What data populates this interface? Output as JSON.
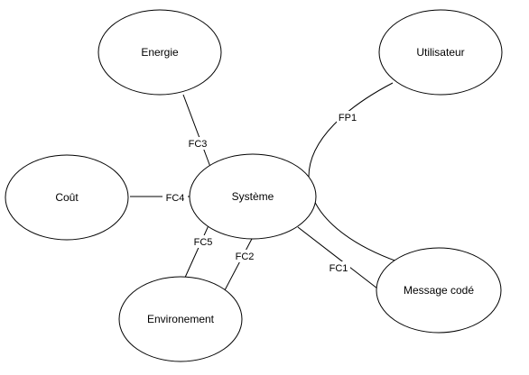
{
  "nodes": {
    "energie": "Energie",
    "utilisateur": "Utilisateur",
    "cout": "Coût",
    "systeme": "Système",
    "message": "Message codé",
    "environement": "Environement"
  },
  "edges": {
    "fp1": "FP1",
    "fc1": "FC1",
    "fc2": "FC2",
    "fc3": "FC3",
    "fc4": "FC4",
    "fc5": "FC5"
  },
  "colors": {
    "stroke": "#000000",
    "fill": "#ffffff"
  }
}
